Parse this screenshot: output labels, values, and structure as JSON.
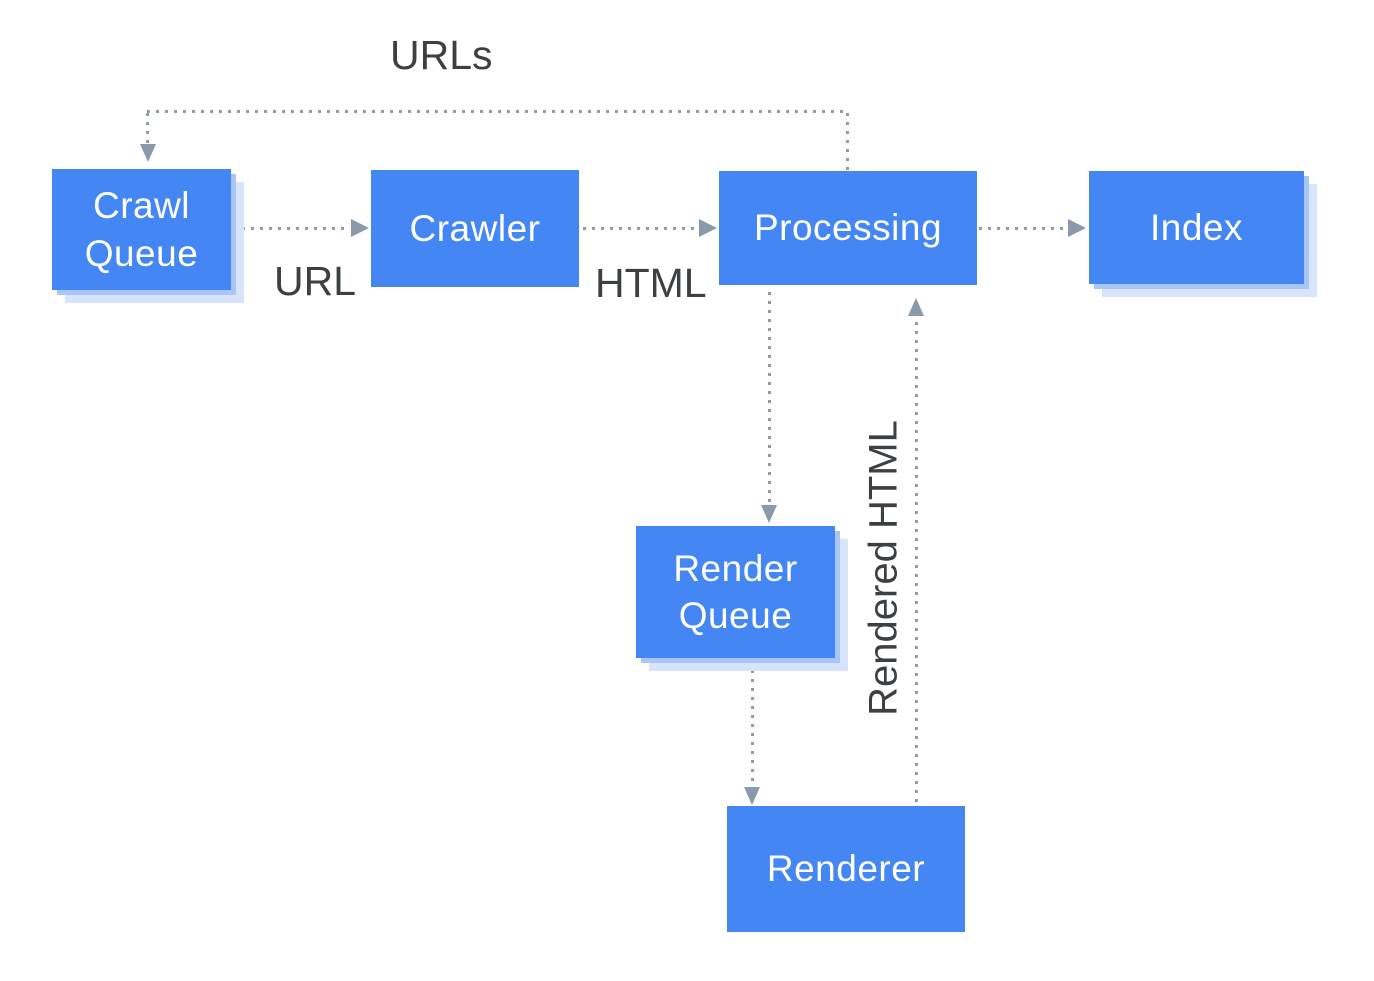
{
  "diagram": {
    "description": "Googlebot crawl-render-index pipeline diagram",
    "colors": {
      "box_fill": "#4386f4",
      "box_text": "#ffffff",
      "shadow_inner": "#a9c6f8",
      "shadow_outer": "#d7e4fc",
      "connector": "#8f9ca9",
      "arrowhead": "#8a9aaa",
      "label_text": "#3c4043",
      "background": "#ffffff"
    },
    "nodes": {
      "crawl_queue": {
        "label": "Crawl Queue",
        "has_shadow": true
      },
      "crawler": {
        "label": "Crawler",
        "has_shadow": false
      },
      "processing": {
        "label": "Processing",
        "has_shadow": false
      },
      "index": {
        "label": "Index",
        "has_shadow": true
      },
      "render_queue": {
        "label": "Render Queue",
        "has_shadow": true
      },
      "renderer": {
        "label": "Renderer",
        "has_shadow": false
      }
    },
    "edge_labels": {
      "urls": "URLs",
      "url": "URL",
      "html": "HTML",
      "rendered_html": "Rendered HTML"
    },
    "edges": [
      {
        "from": "processing",
        "to": "crawl_queue",
        "label": "URLs",
        "style": "dotted"
      },
      {
        "from": "crawl_queue",
        "to": "crawler",
        "label": "URL",
        "style": "dotted"
      },
      {
        "from": "crawler",
        "to": "processing",
        "label": "HTML",
        "style": "dotted"
      },
      {
        "from": "processing",
        "to": "index",
        "label": "",
        "style": "dotted"
      },
      {
        "from": "processing",
        "to": "render_queue",
        "label": "",
        "style": "dotted"
      },
      {
        "from": "render_queue",
        "to": "renderer",
        "label": "",
        "style": "dotted"
      },
      {
        "from": "renderer",
        "to": "processing",
        "label": "Rendered HTML",
        "style": "dotted"
      }
    ]
  }
}
